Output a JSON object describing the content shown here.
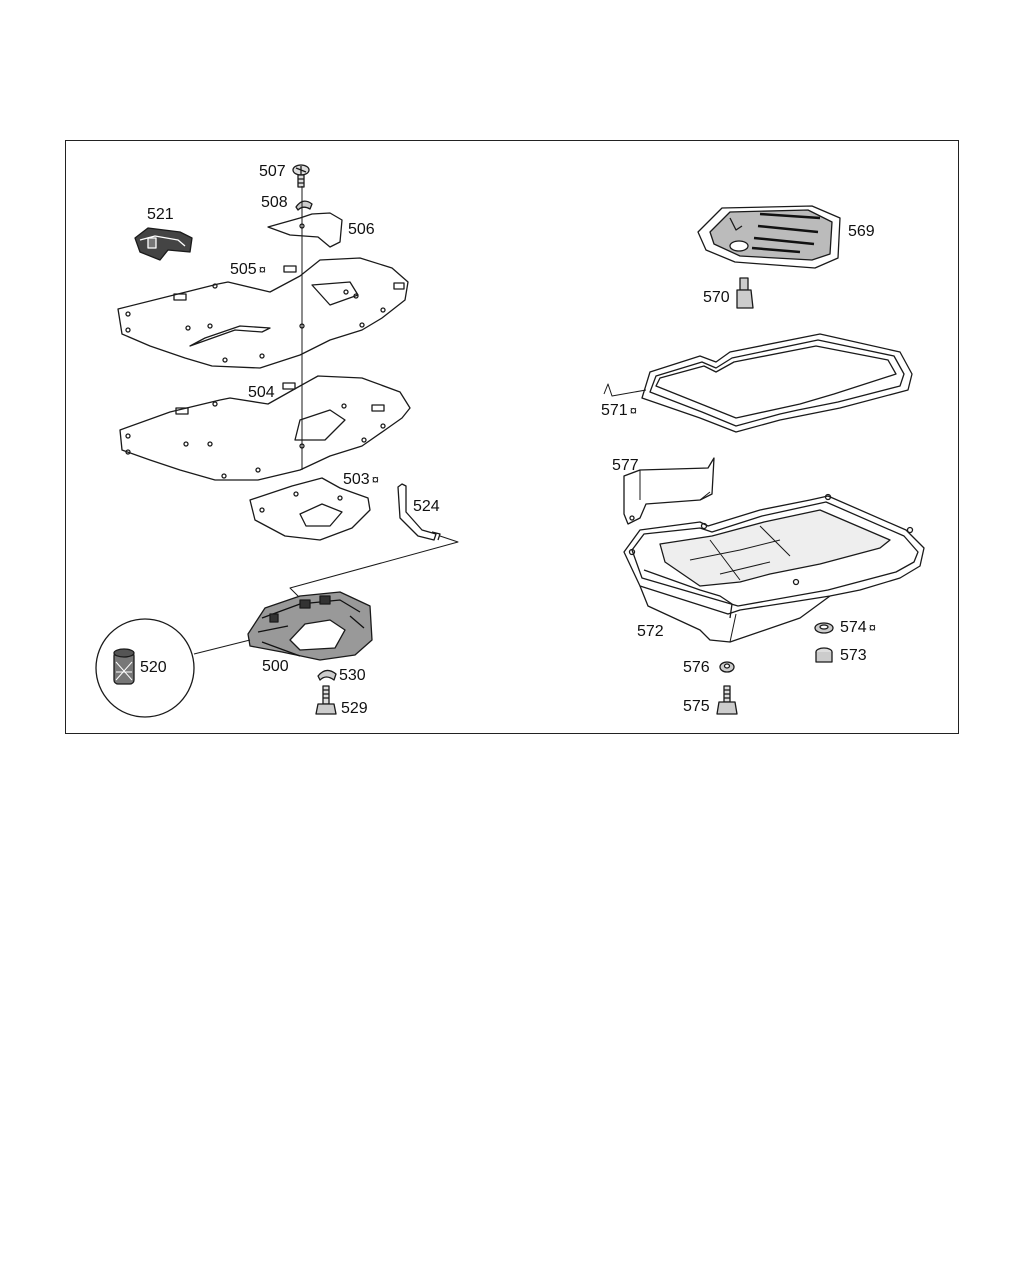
{
  "labels": {
    "p507": "507",
    "p508": "508",
    "p506": "506",
    "p521": "521",
    "p505": "505",
    "p504": "504",
    "p503": "503",
    "p524": "524",
    "p520": "520",
    "p500": "500",
    "p530": "530",
    "p529": "529",
    "p569": "569",
    "p570": "570",
    "p571": "571",
    "p577": "577",
    "p572": "572",
    "p574": "574",
    "p573": "573",
    "p576": "576",
    "p575": "575"
  },
  "marker": "¤",
  "colors": {
    "line": "#1a1a1a",
    "fill_dark": "#2a2a2a",
    "fill_mid": "#9a9a9a",
    "paper": "#ffffff"
  }
}
